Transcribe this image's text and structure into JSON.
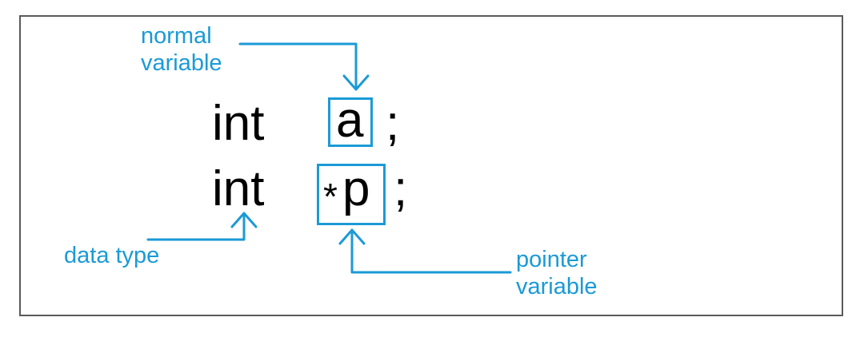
{
  "colors": {
    "accent": "#1b9ad6",
    "code_text": "#000000",
    "frame_border": "#5a5a5a",
    "background": "#ffffff"
  },
  "code": {
    "line1": {
      "type_keyword": "int",
      "identifier": "a",
      "terminator": ";"
    },
    "line2": {
      "type_keyword": "int",
      "pointer_symbol": "*",
      "identifier": "p",
      "terminator": ";"
    }
  },
  "annotations": {
    "normal_variable": "normal\nvariable",
    "data_type": "data type",
    "pointer_variable": "pointer\nvariable"
  }
}
